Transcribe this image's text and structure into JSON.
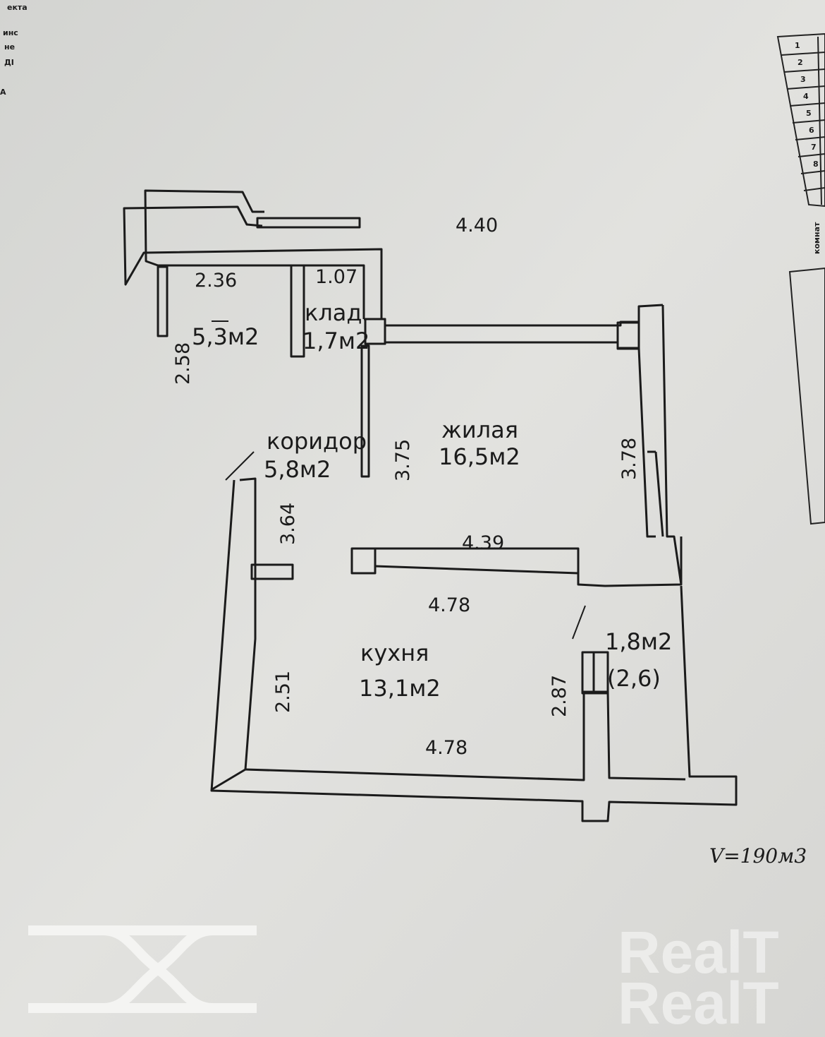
{
  "plan": {
    "rooms": [
      {
        "id": "bathroom",
        "name": "",
        "area": "5,3м2"
      },
      {
        "id": "storage",
        "name": "клад",
        "area": "1,7м2"
      },
      {
        "id": "living",
        "name": "жилая",
        "area": "16,5м2"
      },
      {
        "id": "corridor",
        "name": "коридор",
        "area": "5,8м2"
      },
      {
        "id": "kitchen",
        "name": "кухня",
        "area": "13,1м2"
      },
      {
        "id": "balcony",
        "name": "1,8м2",
        "area": "(2,6)"
      }
    ],
    "dimensions": {
      "bath_width": "2.36",
      "bath_height": "2.58",
      "storage_width": "1.07",
      "living_top": "4.40",
      "living_left": "3.75",
      "living_right": "3.78",
      "living_bottom": "4.39",
      "corridor_height": "3.64",
      "kitchen_top": "4.78",
      "kitchen_left": "2.51",
      "kitchen_right": "2.87",
      "kitchen_bottom": "4.78"
    },
    "volume": "V=190м3"
  },
  "edge_text": {
    "top_left": [
      "екта",
      "инс",
      "не",
      "ДІ",
      "А"
    ],
    "right_table_numbers": [
      "1",
      "2",
      "3",
      "4",
      "5",
      "6",
      "7",
      "8"
    ],
    "right_sidebar": "комнат"
  },
  "watermark": {
    "line1": "RealT",
    "line2": "RealT"
  },
  "colors": {
    "paper": "#dcdcda",
    "ink": "#1b1b1b",
    "watermark": "#f4f4f2"
  }
}
